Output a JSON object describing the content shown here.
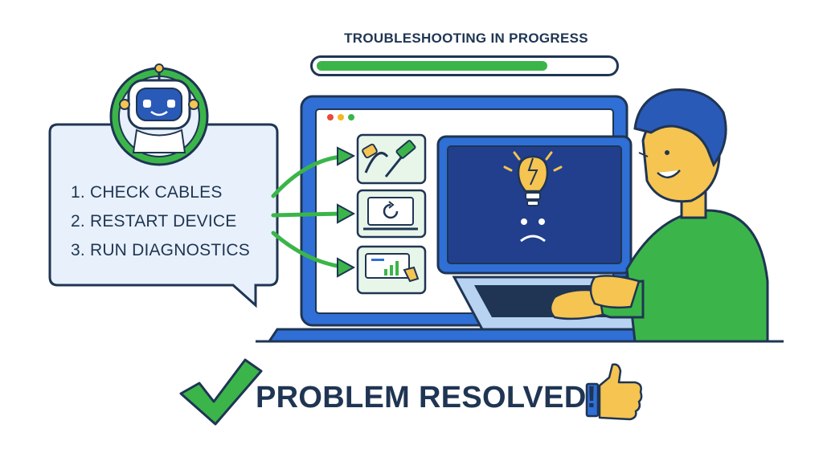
{
  "progress": {
    "title": "TROUBLESHOOTING IN PROGRESS",
    "fraction": 0.78,
    "color": "#3bb54a"
  },
  "assistant": {
    "steps": [
      "1. CHECK CABLES",
      "2. RESTART DEVICE",
      "3. RUN DIAGNOSTICS"
    ]
  },
  "result": {
    "text": "PROBLEM RESOLVED!"
  },
  "colors": {
    "outline": "#1f3553",
    "green": "#3bb54a",
    "blue": "#2f6fd6",
    "panel": "#e8f1fb",
    "skin": "#f5c451"
  },
  "icons": [
    "robot-avatar-icon",
    "cable-icon",
    "restart-icon",
    "diagnostics-icon",
    "lightbulb-icon",
    "sad-face-icon",
    "checkmark-icon",
    "thumbs-up-icon"
  ]
}
